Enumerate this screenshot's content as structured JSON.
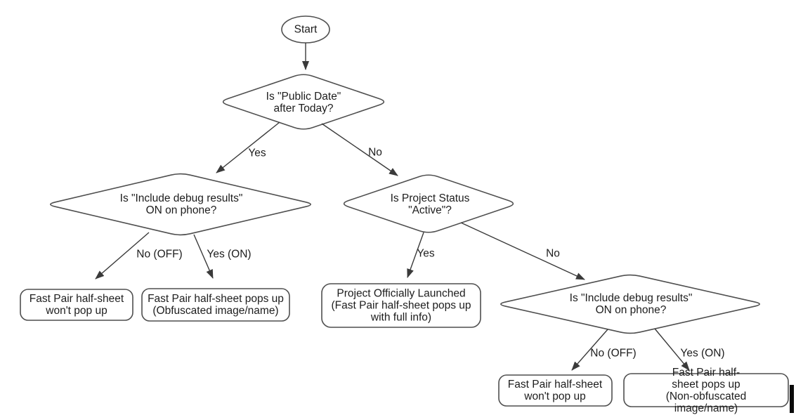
{
  "flowchart": {
    "nodes": {
      "start": "Start",
      "public_date": "Is \"Public Date\"\nafter Today?",
      "debug_left": "Is \"Include debug results\"\nON on phone?",
      "project_status": "Is Project Status\n\"Active\"?",
      "debug_right": "Is \"Include debug results\"\nON on phone?",
      "no_popup_left": "Fast Pair half-sheet\nwon't pop up",
      "obfuscated": "Fast Pair half-sheet pops up\n(Obfuscated image/name)",
      "launched": "Project Officially Launched\n(Fast Pair half-sheet pops up\nwith full info)",
      "no_popup_right": "Fast Pair half-sheet\nwon't pop up",
      "non_obfuscated": "Fast Pair half-sheet pops up\n(Non-obfuscated image/name)"
    },
    "edge_labels": {
      "public_date_yes": "Yes",
      "public_date_no": "No",
      "debug_left_no": "No (OFF)",
      "debug_left_yes": "Yes (ON)",
      "project_status_yes": "Yes",
      "project_status_no": "No",
      "debug_right_no": "No (OFF)",
      "debug_right_yes": "Yes (ON)"
    },
    "colors": {
      "background": "#ffffff",
      "shape_stroke": "#4f4f4f",
      "arrow_stroke": "#3a3a3a",
      "text": "#1d1d1d"
    }
  }
}
